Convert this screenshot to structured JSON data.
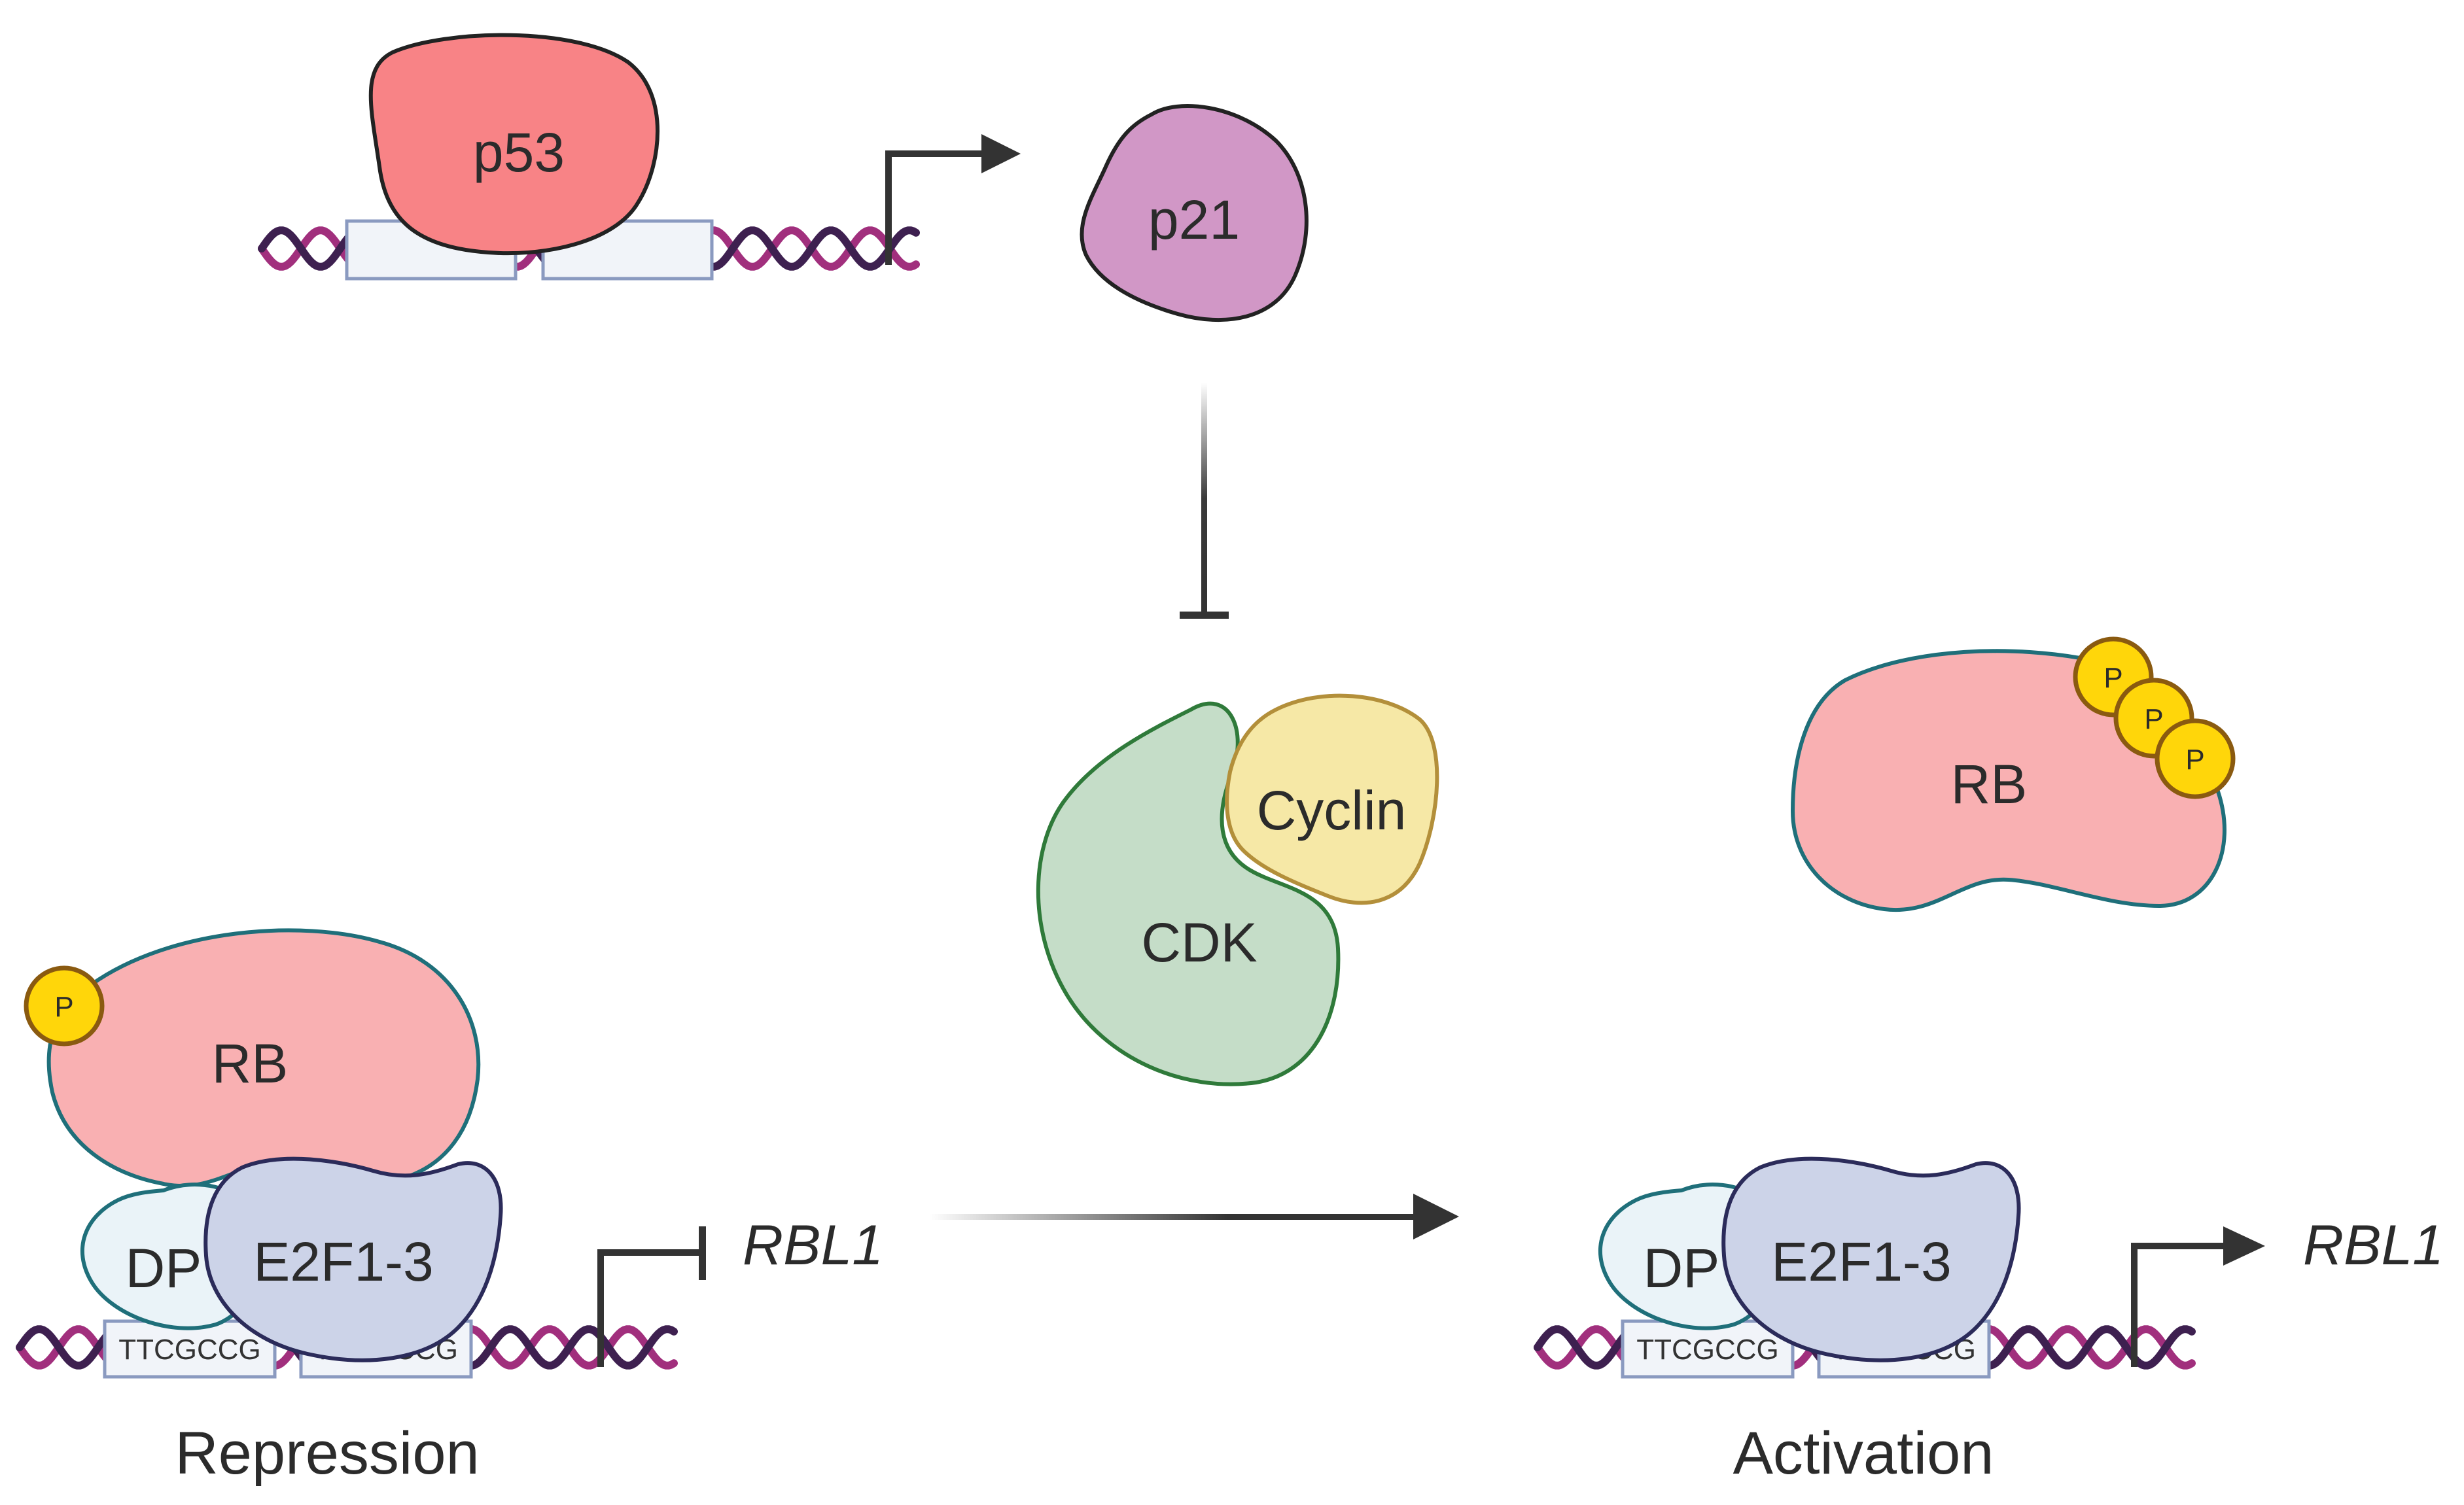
{
  "top": {
    "p53": "p53",
    "p21": "p21"
  },
  "center": {
    "cyclin": "Cyclin",
    "cdk": "CDK"
  },
  "phospho": "P",
  "free_rb": {
    "label": "RB"
  },
  "repression": {
    "rb": "RB",
    "dp": "DP",
    "e2f": "E2F1-3",
    "site1": "TTCGCCG",
    "site2": "TTGGCCG",
    "gene": "RBL1",
    "caption": "Repression"
  },
  "activation": {
    "dp": "DP",
    "e2f": "E2F1-3",
    "site1": "TTCGCCG",
    "site2": "TTGGCCG",
    "gene": "RBL1",
    "caption": "Activation"
  },
  "colors": {
    "p53_fill": "#f88386",
    "p21_fill": "#d197c6",
    "cdk_fill": "#c5ddc8",
    "cdk_stroke": "#2f7a3a",
    "cyclin_fill": "#f6e8a6",
    "cyclin_stroke": "#b38f3a",
    "rb_fill": "#f9b0b2",
    "rb_stroke": "#1f6f7a",
    "e2f_fill": "#ccd3e8",
    "dp_fill": "#eaf3f8",
    "phospho_fill": "#ffd60a",
    "phospho_stroke": "#8a5a10",
    "dna_strand_a": "#a12f7d",
    "dna_strand_b": "#3e2050"
  }
}
